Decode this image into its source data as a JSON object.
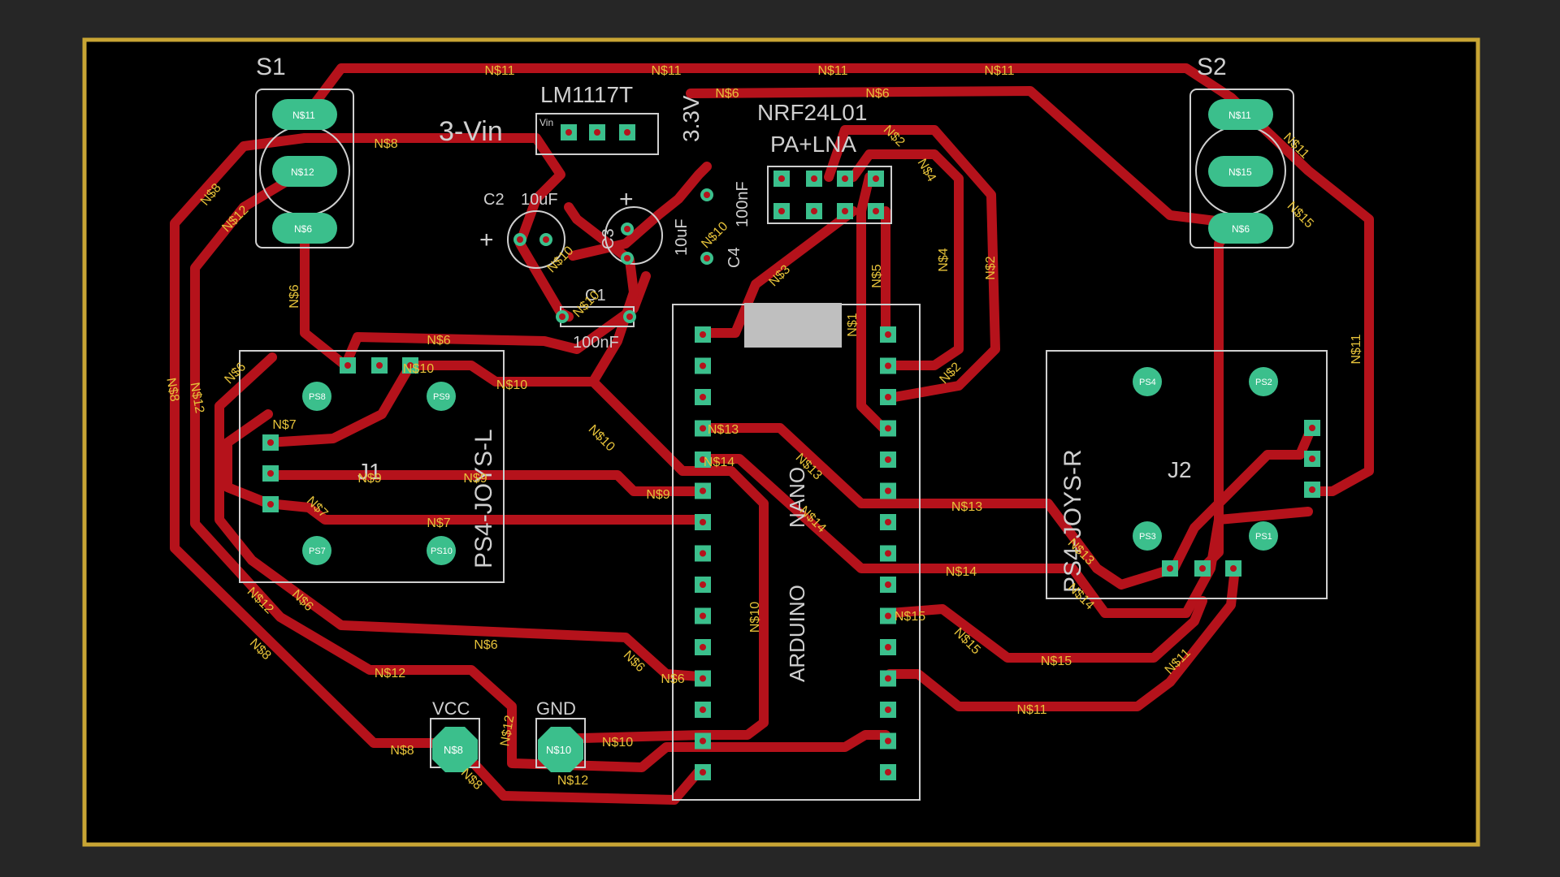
{
  "colors": {
    "background": "#262626",
    "board_fill": "#000000",
    "board_outline": "#c8a534",
    "trace": "#b5121b",
    "pad": "#3bbf8c",
    "silkscreen": "#cfcfcf",
    "trace_label": "#e6c23a",
    "module_block": "#bfbfbf"
  },
  "silkscreen": {
    "s1": "S1",
    "s2": "S2",
    "regulator": "LM1117T",
    "regulator_net": "3.3V",
    "vin": "3-Vin",
    "vin_pin": "Vin",
    "radio_line1": "NRF24L01",
    "radio_line2": "PA+LNA",
    "c1": "C1",
    "c1_value": "100nF",
    "c2": "C2",
    "c2_value": "10uF",
    "c3": "C3",
    "c3_value": "10uF",
    "c4": "C4",
    "c4_value": "100nF",
    "joy_left": "PS4-JOYS-L",
    "joy_right": "PS4-JOYS-R",
    "j1": "J1",
    "j2": "J2",
    "arduino": "ARDUINO",
    "nano": "NANO",
    "vcc": "VCC",
    "gnd": "GND",
    "plus": "+"
  },
  "pad_labels": {
    "s1_1": "N$11",
    "s1_2": "N$12",
    "s1_3": "N$6",
    "s2_1": "N$11",
    "s2_2": "N$15",
    "s2_3": "N$6",
    "ps8": "PS8",
    "ps9": "PS9",
    "ps7": "PS7",
    "ps10": "PS10",
    "ps4": "PS4",
    "ps2": "PS2",
    "ps3": "PS3",
    "ps1": "PS1",
    "vcc_pad": "N$8",
    "gnd_pad": "N$10"
  },
  "net_labels": [
    "N$11",
    "N$11",
    "N$11",
    "N$11",
    "N$6",
    "N$6",
    "N$8",
    "N$8",
    "N$8",
    "N$8",
    "N$8",
    "N$8",
    "N$12",
    "N$12",
    "N$12",
    "N$12",
    "N$12",
    "N$12",
    "N$10",
    "N$10",
    "N$10",
    "N$10",
    "N$10",
    "N$10",
    "N$10",
    "N$10",
    "N$6",
    "N$6",
    "N$6",
    "N$6",
    "N$6",
    "N$6",
    "N$6",
    "N$7",
    "N$7",
    "N$7",
    "N$9",
    "N$9",
    "N$9",
    "N$2",
    "N$2",
    "N$2",
    "N$4",
    "N$4",
    "N$5",
    "N$3",
    "N$1",
    "N$13",
    "N$13",
    "N$13",
    "N$13",
    "N$14",
    "N$14",
    "N$14",
    "N$14",
    "N$15",
    "N$15",
    "N$15",
    "N$15",
    "N$11",
    "N$11",
    "N$11",
    "N$11"
  ]
}
